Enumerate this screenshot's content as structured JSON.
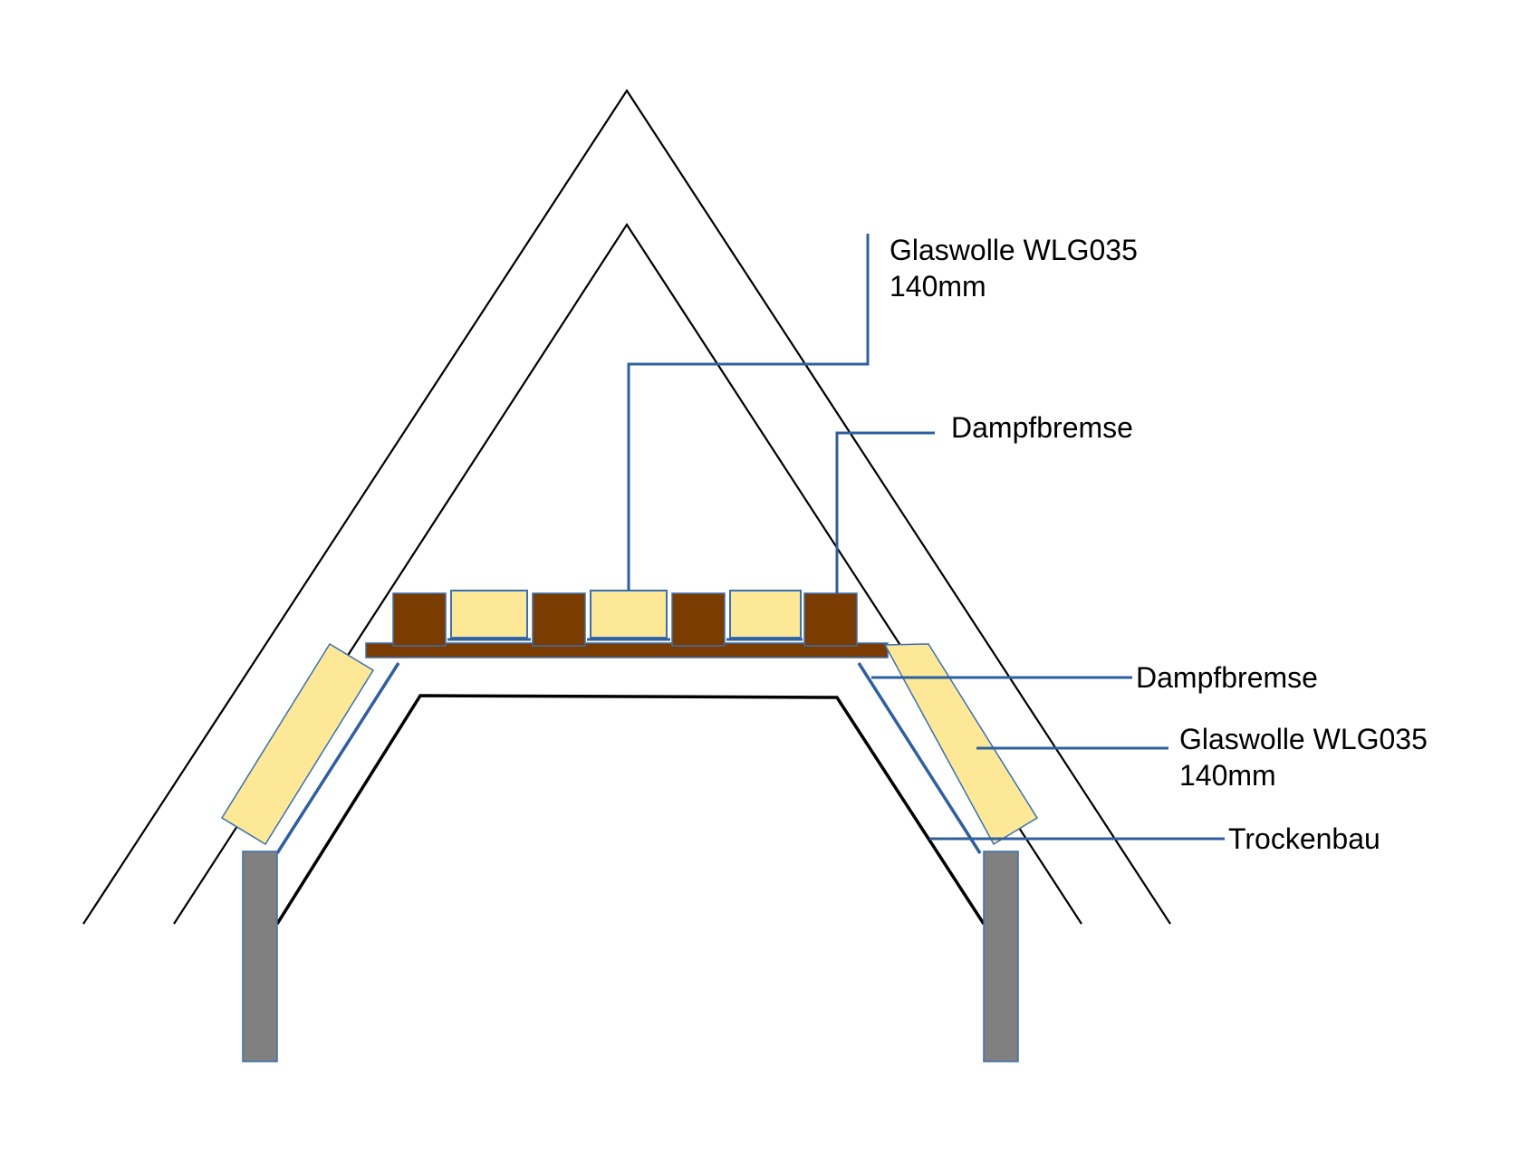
{
  "colors": {
    "roof_line": "#000000",
    "leader_line": "#2f5f9e",
    "timber": "#7a3c00",
    "insulation": "#fde897",
    "wall": "#808080",
    "outline": "#3b6fb0"
  },
  "labels": {
    "glaswolle_top": {
      "line1": "Glaswolle WLG035",
      "line2": "140mm"
    },
    "dampfbremse_top": "Dampfbremse",
    "dampfbremse_side": "Dampfbremse",
    "glaswolle_side": {
      "line1": "Glaswolle WLG035",
      "line2": "140mm"
    },
    "trockenbau": "Trockenbau"
  }
}
